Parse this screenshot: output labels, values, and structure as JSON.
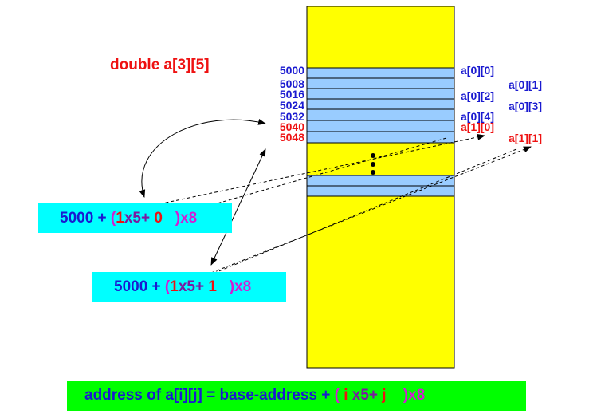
{
  "declaration": "double a[3][5]",
  "memory": {
    "addresses": [
      {
        "label": "5000",
        "color": "#1a1ad0"
      },
      {
        "label": "5008",
        "color": "#1a1ad0"
      },
      {
        "label": "5016",
        "color": "#1a1ad0"
      },
      {
        "label": "5024",
        "color": "#1a1ad0"
      },
      {
        "label": "5032",
        "color": "#1a1ad0"
      },
      {
        "label": "5040",
        "color": "#ee1111"
      },
      {
        "label": "5048",
        "color": "#ee1111"
      }
    ],
    "elements": [
      {
        "label": "a[0][0]",
        "color": "#1a1ad0"
      },
      {
        "label": "a[0][1]",
        "color": "#1a1ad0"
      },
      {
        "label": "a[0][2]",
        "color": "#1a1ad0"
      },
      {
        "label": "a[0][3]",
        "color": "#1a1ad0"
      },
      {
        "label": "a[0][4]",
        "color": "#1a1ad0"
      },
      {
        "label": "a[1][0]",
        "color": "#ee1111"
      },
      {
        "label": "a[1][1]",
        "color": "#ee1111"
      }
    ]
  },
  "formula1": {
    "base": "5000 + ",
    "open": "(",
    "i": "1",
    "mul": "x5+",
    "j": " 0",
    "close": "   )x8"
  },
  "formula2": {
    "base": "5000 + ",
    "open": "(",
    "i": "1",
    "mul": "x5+",
    "j": " 1",
    "close": "   )x8"
  },
  "general_formula": {
    "prefix": "address of a[i][j] = base-address + ",
    "open": "( ",
    "i": "i",
    "mul": " x5+",
    "j": " j",
    "close": "    )x8"
  },
  "colors": {
    "memory_block": "#ffff00",
    "cell": "#99ccff",
    "formula_box": "#00ffff",
    "general_box": "#00ff00"
  }
}
